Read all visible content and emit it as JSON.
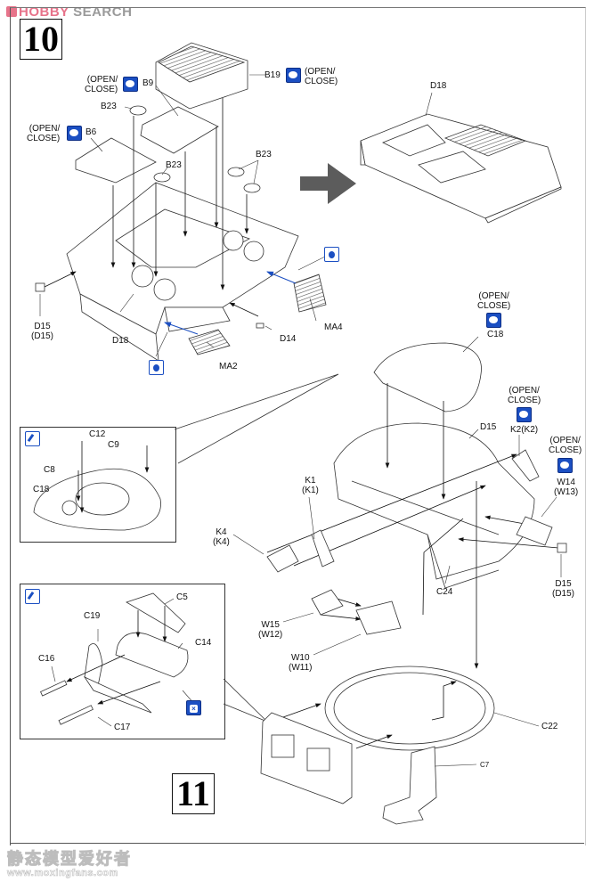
{
  "watermark_top": {
    "part1": "HOBBY",
    "part2": "SEARCH",
    "logo_icon": "hobby-search-logo-icon"
  },
  "watermark_bottom": {
    "chinese": "静态模型爱好者",
    "url": "www.moxingfans.com"
  },
  "steps": [
    {
      "number": "10"
    },
    {
      "number": "11"
    }
  ],
  "icons": {
    "open_close": "open-close-icon",
    "paint": "paint-bottle-icon",
    "glue": "glue-icon",
    "no_glue": "no-glue-icon"
  },
  "step10": {
    "labels": {
      "b19": "B19",
      "b9": "B9",
      "b6": "B6",
      "b23_a": "B23",
      "b23_b": "B23",
      "b23_c": "B23",
      "d15": "D15",
      "d15_alt": "(D15)",
      "d18": "D18",
      "d14": "D14",
      "ma2": "MA2",
      "ma4": "MA4",
      "result_d18": "D18"
    },
    "open_close_line1": "(OPEN/",
    "open_close_line2": "CLOSE)"
  },
  "inset_c18": {
    "labels": {
      "c12": "C12",
      "c9": "C9",
      "c8": "C8",
      "c18": "C18"
    }
  },
  "inset_gun": {
    "labels": {
      "c5": "C5",
      "c19": "C19",
      "c14": "C14",
      "c16": "C16",
      "c17": "C17"
    }
  },
  "turret": {
    "labels": {
      "c18": "C18",
      "d15": "D15",
      "k2": "K2(K2)",
      "w14": "W14",
      "w14_alt": "(W13)",
      "k1": "K1",
      "k1_alt": "(K1)",
      "k4": "K4",
      "k4_alt": "(K4)",
      "d15b": "D15",
      "d15b_alt": "(D15)",
      "c24": "C24",
      "w15": "W15",
      "w15_alt": "(W12)",
      "w10": "W10",
      "w10_alt": "(W11)"
    },
    "open_close_line1": "(OPEN/",
    "open_close_line2": "CLOSE)"
  },
  "step11": {
    "labels": {
      "c22": "C22",
      "c7": "C7"
    }
  },
  "colors": {
    "accent_blue": "#1b4fc2",
    "arrow_gray": "#4d4d4d",
    "line": "#222222"
  }
}
